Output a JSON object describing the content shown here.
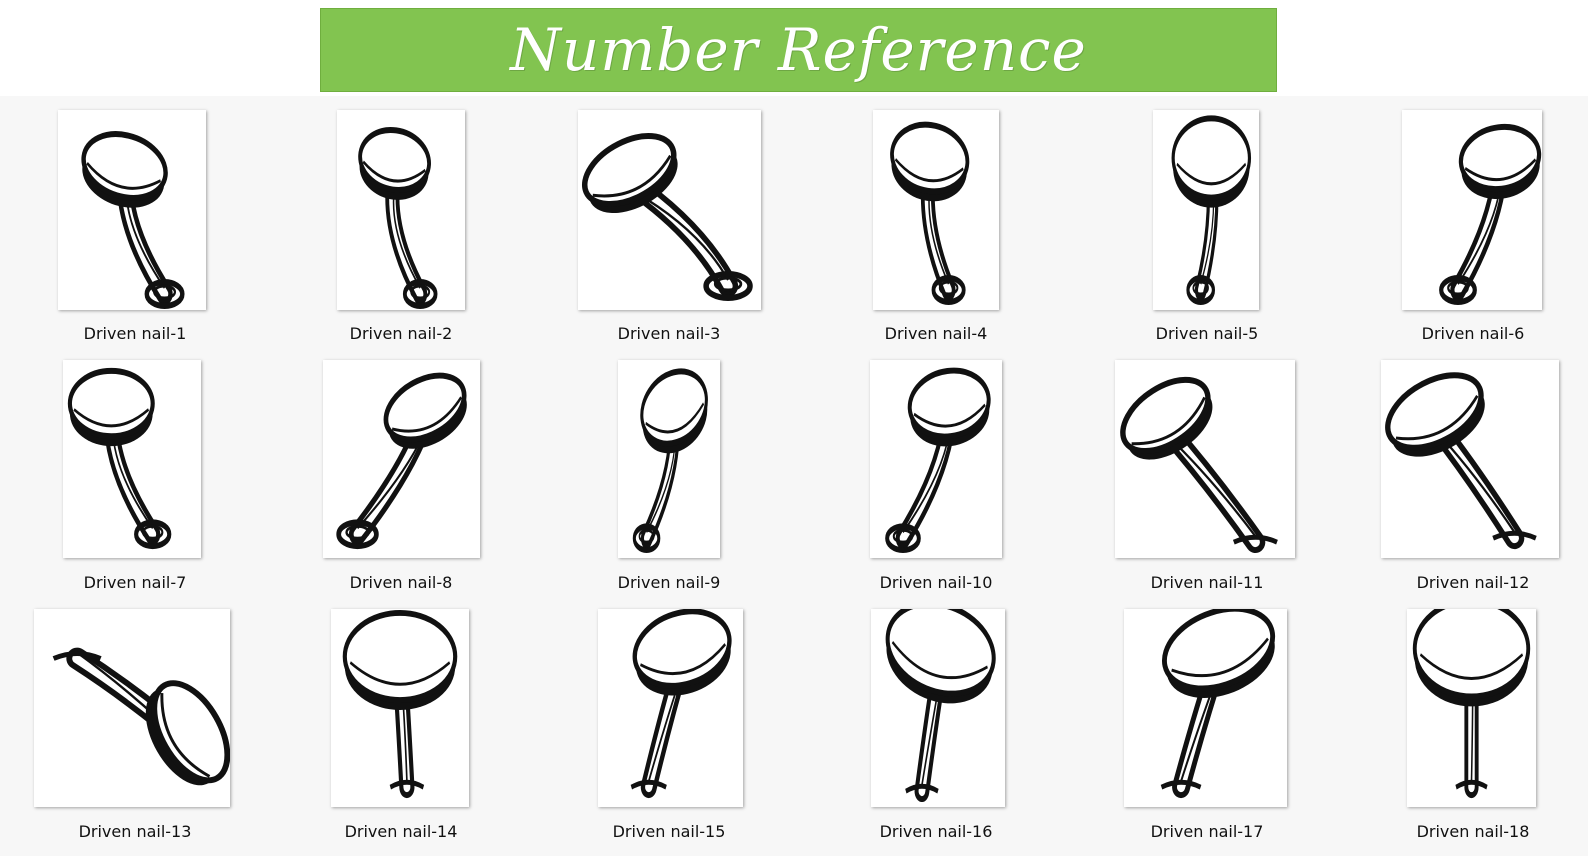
{
  "banner": {
    "title": "Number Reference",
    "color": "#82c450"
  },
  "items": [
    {
      "label": "Driven nail-1",
      "icon": "driven-nail-icon"
    },
    {
      "label": "Driven nail-2",
      "icon": "driven-nail-icon"
    },
    {
      "label": "Driven nail-3",
      "icon": "driven-nail-icon"
    },
    {
      "label": "Driven nail-4",
      "icon": "driven-nail-icon"
    },
    {
      "label": "Driven nail-5",
      "icon": "driven-nail-icon"
    },
    {
      "label": "Driven nail-6",
      "icon": "driven-nail-icon"
    },
    {
      "label": "Driven nail-7",
      "icon": "driven-nail-icon"
    },
    {
      "label": "Driven nail-8",
      "icon": "driven-nail-icon"
    },
    {
      "label": "Driven nail-9",
      "icon": "driven-nail-icon"
    },
    {
      "label": "Driven nail-10",
      "icon": "driven-nail-icon"
    },
    {
      "label": "Driven nail-11",
      "icon": "driven-nail-icon"
    },
    {
      "label": "Driven nail-12",
      "icon": "driven-nail-icon"
    },
    {
      "label": "Driven nail-13",
      "icon": "driven-nail-icon"
    },
    {
      "label": "Driven nail-14",
      "icon": "driven-nail-icon"
    },
    {
      "label": "Driven nail-15",
      "icon": "driven-nail-icon"
    },
    {
      "label": "Driven nail-16",
      "icon": "driven-nail-icon"
    },
    {
      "label": "Driven nail-17",
      "icon": "driven-nail-icon"
    },
    {
      "label": "Driven nail-18",
      "icon": "driven-nail-icon"
    }
  ]
}
